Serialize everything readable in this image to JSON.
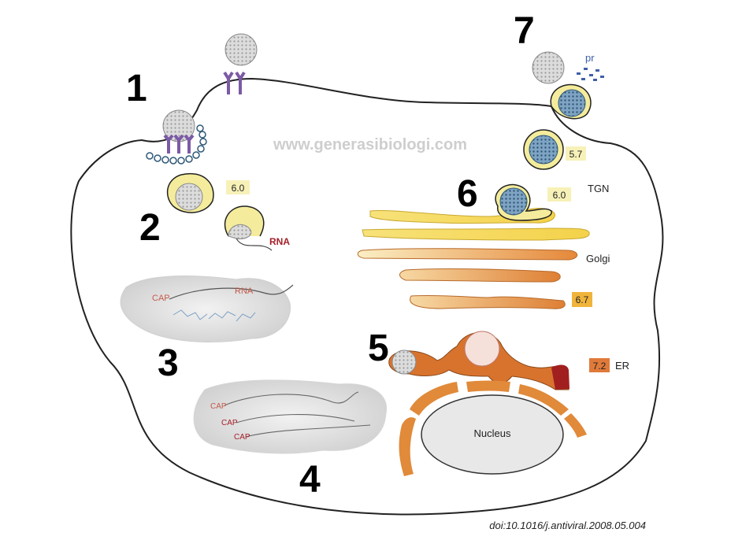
{
  "watermark": "www.generasibiologi.com",
  "citation": "doi:10.1016/j.antiviral.2008.05.004",
  "steps": {
    "s1": "1",
    "s2": "2",
    "s3": "3",
    "s4": "4",
    "s5": "5",
    "s6": "6",
    "s7": "7"
  },
  "ph_labels": {
    "vesicle_early": "6.0",
    "tgn": "6.0",
    "secretory": "5.7",
    "golgi": "6.7",
    "er": "7.2"
  },
  "organelle_labels": {
    "tgn": "TGN",
    "golgi": "Golgi",
    "er": "ER",
    "nucleus": "Nucleus"
  },
  "molecule_labels": {
    "rna_uncoat": "RNA",
    "rna_trans": "RNA",
    "cap_trans": "CAP",
    "cap_poly_1": "CAP",
    "cap_poly_2": "CAP",
    "cap_poly_3": "CAP",
    "pr": "pr"
  },
  "colors": {
    "membrane": "#222222",
    "virion": "#d8d8d8",
    "mature_virion": "#5b86a8",
    "receptor": "#7b5aa6",
    "vesicle_fill": "#f4ec9c",
    "golgi_light": "#f4dc6a",
    "golgi_dark": "#e2883a",
    "er": "#d8732e",
    "er_dark": "#a21f1f",
    "ph_box_light": "#f7f1b8",
    "ph_box_golgi": "#f0b43c",
    "ph_box_er": "#e07a3a",
    "rna_label": "#a4202a",
    "cap_label": "#c45a4a",
    "pr_label": "#3f5fa8"
  },
  "icons": [
    "virion-icon",
    "receptor-icon",
    "ribosome-cloud-icon",
    "prm-peptide-icon"
  ]
}
